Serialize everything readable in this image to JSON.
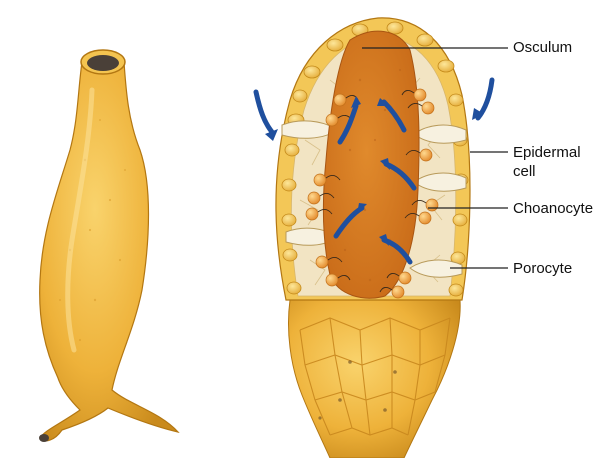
{
  "labels": {
    "osculum": "Osculum",
    "epidermal_line1": "Epidermal",
    "epidermal_line2": "cell",
    "choanocyte": "Choanocyte",
    "porocyte": "Porocyte"
  },
  "colors": {
    "sponge_body": "#f0b53a",
    "sponge_highlight": "#f8d27a",
    "sponge_shadow": "#c98a1c",
    "spongocoel": "#d9781f",
    "mesohyl": "#f1e3c4",
    "flow_arrow": "#1f4f9e",
    "leader_line": "#222222"
  },
  "icons": {
    "flow_arrow": "curved-arrow-icon"
  }
}
